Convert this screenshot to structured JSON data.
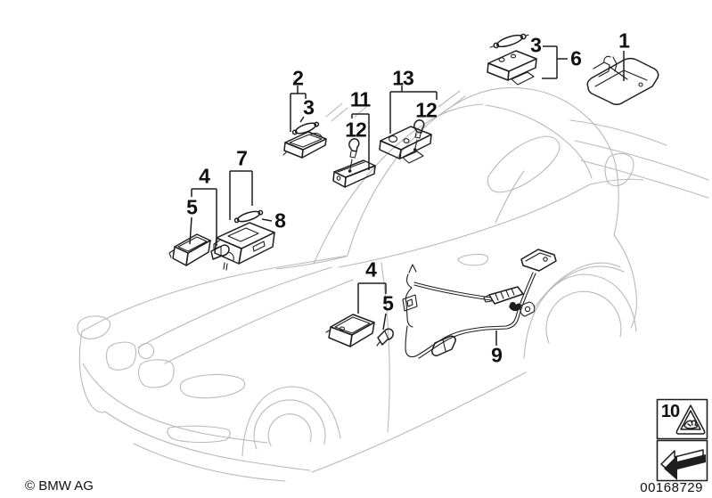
{
  "colors": {
    "background": "#ffffff",
    "car_line": "#b9b9b9",
    "part_line": "#1e1e1e",
    "text": "#101010"
  },
  "callouts": {
    "n1": "1",
    "n2": "2",
    "n3a": "3",
    "n3b": "3",
    "n4a": "4",
    "n4b": "4",
    "n5a": "5",
    "n5b": "5",
    "n6": "6",
    "n7": "7",
    "n8": "8",
    "n9": "9",
    "n10": "10",
    "n11": "11",
    "n12a": "12",
    "n12b": "12",
    "n13": "13"
  },
  "footer": {
    "copyright": "© BMW AG",
    "image_number": "00168729"
  },
  "icons": {
    "warning": "injury-hazard-triangle-icon",
    "direction": "travel-direction-arrow-icon"
  }
}
